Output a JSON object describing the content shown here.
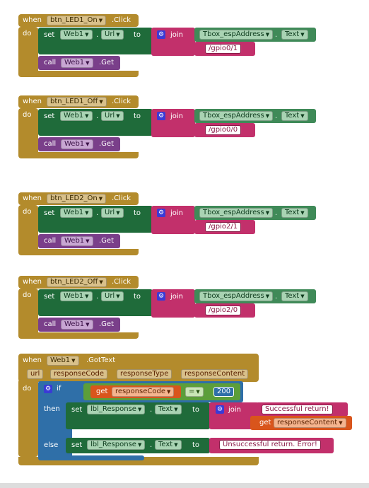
{
  "keywords": {
    "when": "when",
    "do": "do",
    "set": "set",
    "to": "to",
    "join": "join",
    "call": "call",
    "if": "if",
    "then": "then",
    "else": "else",
    "click": ".Click",
    "get_method": ".Get",
    "gottext": ".GotText"
  },
  "blocks": [
    {
      "button": "btn_LED1_On",
      "component": "Web1",
      "property": "Url",
      "textbox": "Tbox_espAddress",
      "text_prop": "Text",
      "path": "/gpio0/1"
    },
    {
      "button": "btn_LED1_Off",
      "component": "Web1",
      "property": "Url",
      "textbox": "Tbox_espAddress",
      "text_prop": "Text",
      "path": "/gpio0/0"
    },
    {
      "button": "btn_LED2_On",
      "component": "Web1",
      "property": "Url",
      "textbox": "Tbox_espAddress",
      "text_prop": "Text",
      "path": "/gpio2/1"
    },
    {
      "button": "btn_LED2_Off",
      "component": "Web1",
      "property": "Url",
      "textbox": "Tbox_espAddress",
      "text_prop": "Text",
      "path": "/gpio2/0"
    }
  ],
  "gottext": {
    "component": "Web1",
    "params": [
      "url",
      "responseCode",
      "responseType",
      "responseContent"
    ],
    "get_label": "get",
    "condition_var": "responseCode",
    "operator": "=",
    "value": "200",
    "label": "lbl_Response",
    "label_prop": "Text",
    "success_text": "Successful return!",
    "get_content": "responseContent",
    "error_text": "Unsuccessful return. Error!"
  },
  "icons": {
    "gear": "gear-icon",
    "dropdown": "dropdown-arrow-icon"
  }
}
